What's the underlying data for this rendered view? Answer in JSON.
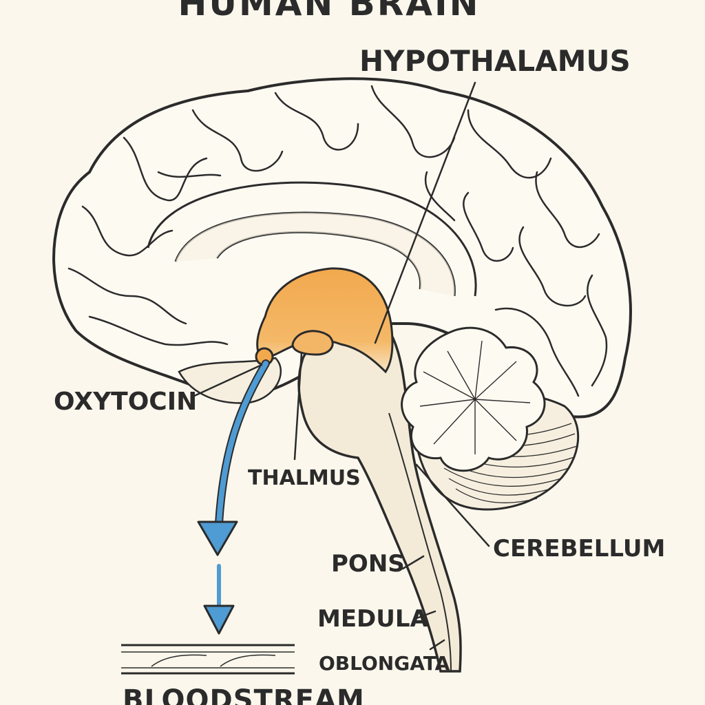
{
  "title": "HUMAN BRAIN",
  "labels": {
    "hypothalamus": "HYPOTHALAMUS",
    "oxytocin": "OXYTOCIN",
    "thalmus": "THALMUS",
    "cerebellum": "CEREBELLUM",
    "pons": "PONS",
    "medula": "MEDULA",
    "oblongata": "OBLONGATA",
    "bloodstream": "BLOODSTREAM"
  },
  "colors": {
    "background": "#fbf7ec",
    "outline": "#2b2b2b",
    "tissue": "#fdfaf2",
    "hypothalamus_highlight": "#f2a94e",
    "arrow": "#4f9bd3"
  }
}
